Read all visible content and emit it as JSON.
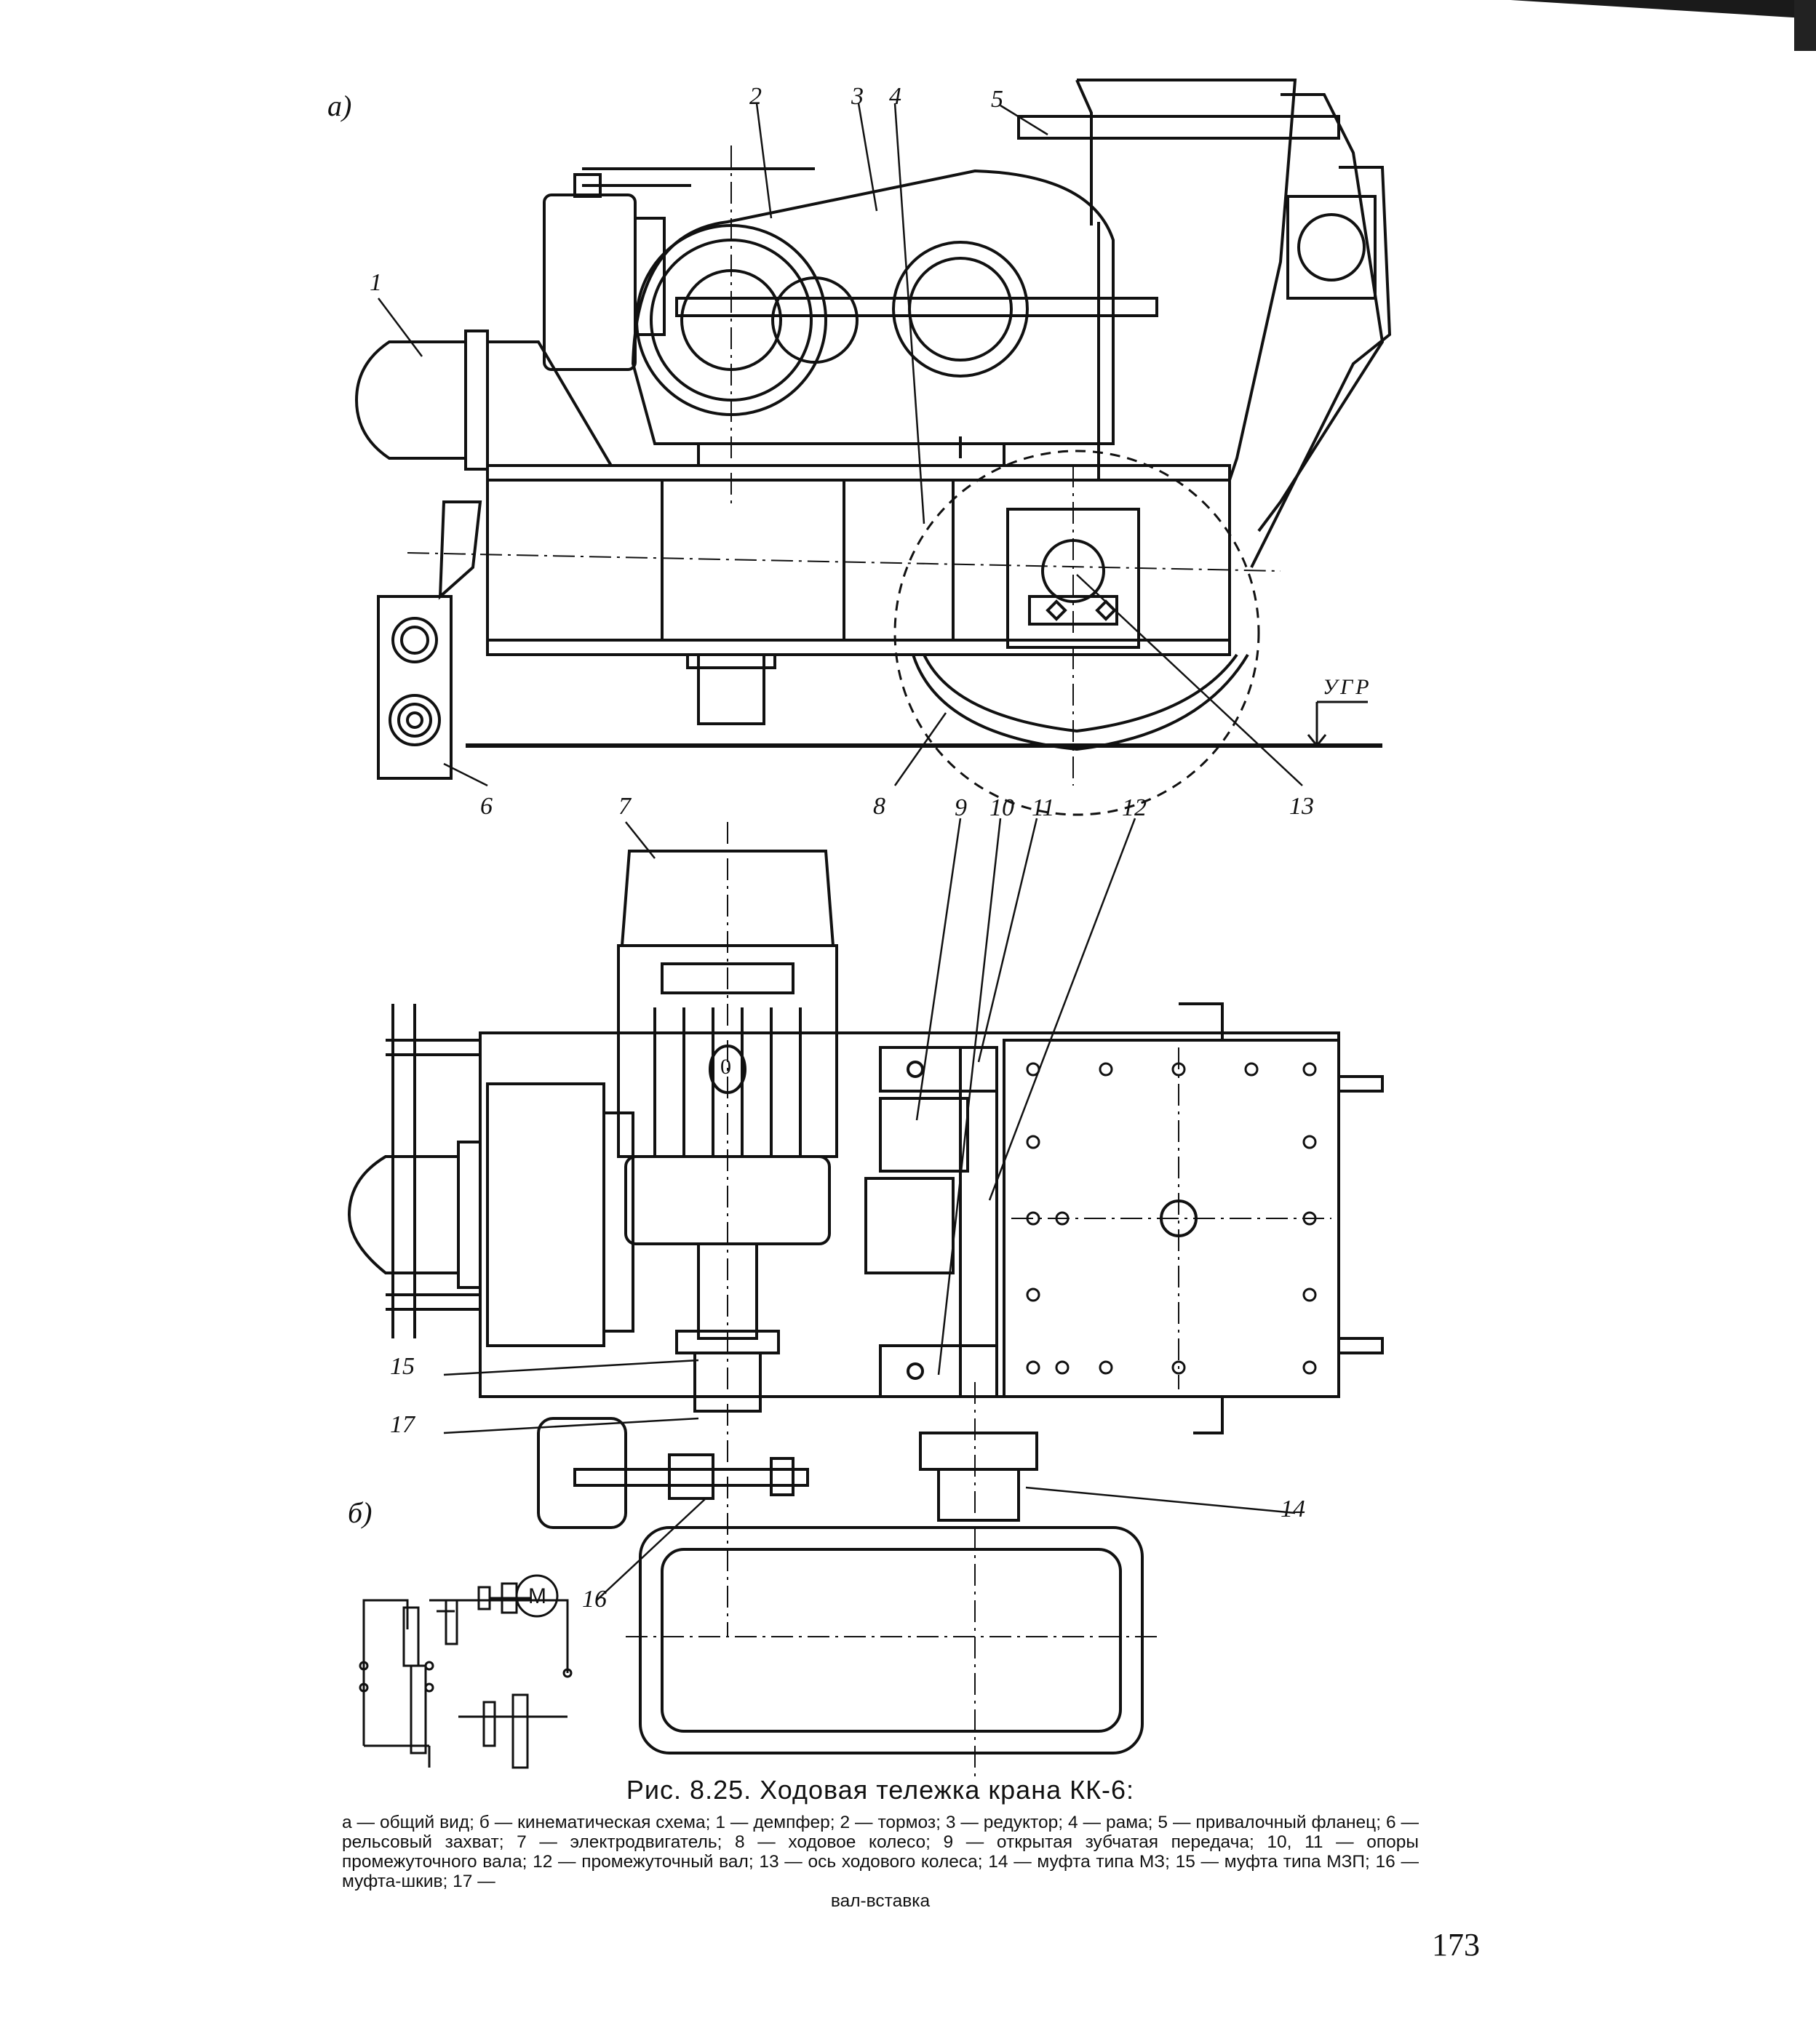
{
  "labels": {
    "view_a": "а)",
    "view_b": "б)",
    "ugr": "УГР",
    "motor": "М",
    "motor_plate": "0",
    "n1": "1",
    "n2": "2",
    "n3": "3",
    "n4": "4",
    "n5": "5",
    "n6": "6",
    "n7": "7",
    "n8": "8",
    "n9": "9",
    "n10": "10",
    "n11": "11",
    "n12": "12",
    "n13": "13",
    "n14": "14",
    "n15": "15",
    "n16": "16",
    "n17": "17"
  },
  "caption": {
    "title": "Рис. 8.25. Ходовая тележка крана КК-6:",
    "body": "а — общий вид; б — кинематическая схема; 1 — демпфер; 2 — тормоз; 3 — редуктор; 4 — рама; 5 — привалочный фланец; 6 — рельсовый захват; 7 — электродвигатель; 8 — ходовое колесо; 9 — открытая зубчатая передача; 10, 11 — опоры промежуточного вала; 12 — промежуточный вал; 13 — ось ходового колеса; 14 — муфта типа МЗ; 15 — муфта типа МЗП; 16 — муфта-шкив; 17 —",
    "last": "вал-вставка"
  },
  "page_number": "173",
  "colors": {
    "ink": "#111111",
    "paper": "#ffffff"
  }
}
